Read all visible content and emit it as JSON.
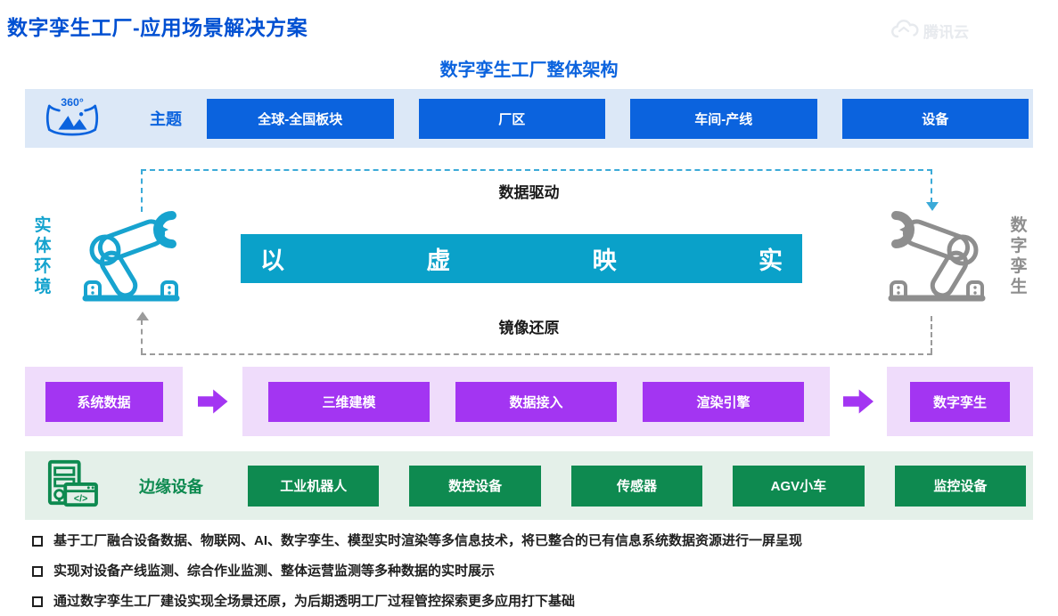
{
  "header": {
    "page_title": "数字孪生工厂-应用场景解决方案",
    "logo_text": "腾讯云"
  },
  "architecture": {
    "heading": "数字孪生工厂整体架构",
    "theme": {
      "label": "主题",
      "icon": "panorama-360-icon",
      "buttons": [
        "全球-全国板块",
        "厂区",
        "车间-产线",
        "设备"
      ]
    },
    "mapping": {
      "top_flow_label": "数据驱动",
      "bottom_flow_label": "镜像还原",
      "center_banner": [
        "以",
        "虚",
        "映",
        "实"
      ],
      "left_side_label": "实体环境",
      "right_side_label": "数字孪生",
      "left_icon": "robot-arm-icon",
      "right_icon": "robot-arm-icon"
    },
    "pipeline": {
      "source": "系统数据",
      "stages": [
        "三维建模",
        "数据接入",
        "渲染引擎"
      ],
      "result": "数字孪生"
    },
    "edge": {
      "icon": "edge-computer-icon",
      "label": "边缘设备",
      "devices": [
        "工业机器人",
        "数控设备",
        "传感器",
        "AGV小车",
        "监控设备"
      ]
    }
  },
  "bullets": [
    "基于工厂融合设备数据、物联网、AI、数字孪生、模型实时渲染等多信息技术，将已整合的已有信息系统数据资源进行一屏呈现",
    "实现对设备产线监测、综合作业监测、整体运营监测等多种数据的实时展示",
    "通过数字孪生工厂建设实现全场景还原，为后期透明工厂过程管控探索更多应用打下基础"
  ],
  "colors": {
    "title_blue": "#0050D2",
    "button_blue": "#0B63DE",
    "theme_bar_bg": "#DCE8F7",
    "cyan_accent": "#14A3CE",
    "banner_cyan": "#0AA1C9",
    "gray_accent": "#8E8E8E",
    "purple": "#A335F2",
    "purple_bg": "#EFDCFB",
    "green": "#0E8A50",
    "green_bg": "#E4F0E9",
    "text_dark": "#1F1F1F"
  }
}
